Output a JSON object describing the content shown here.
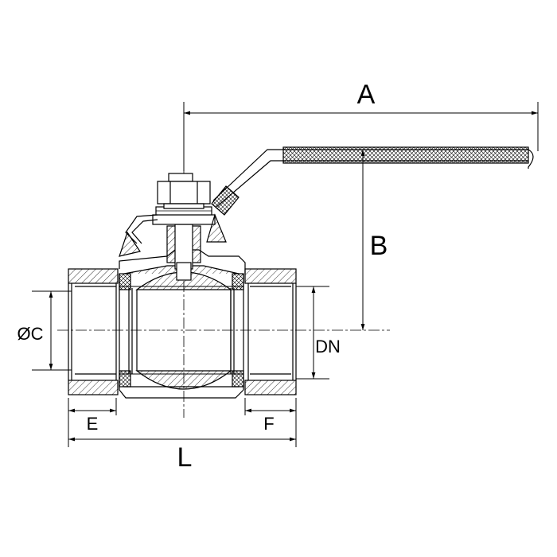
{
  "dimensions": {
    "A": "A",
    "B": "B",
    "C": "ØC",
    "DN": "DN",
    "E": "E",
    "F": "F",
    "L": "L"
  },
  "colors": {
    "line": "#000000",
    "background": "#ffffff"
  }
}
